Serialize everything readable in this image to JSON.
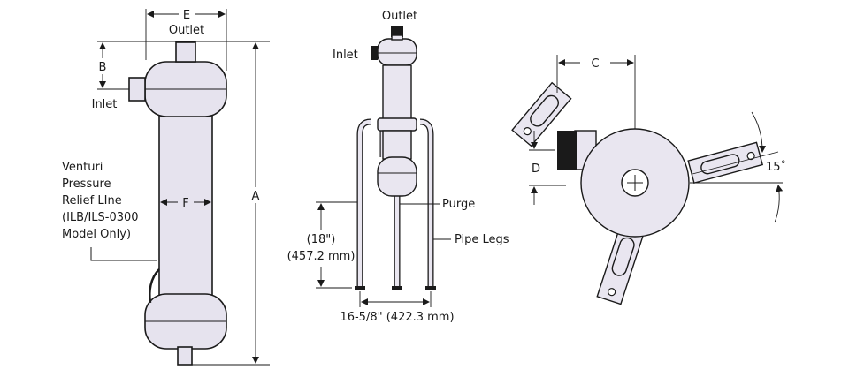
{
  "view1": {
    "dim_e": "E",
    "outlet": "Outlet",
    "dim_b": "B",
    "inlet": "Inlet",
    "relief_line": [
      "Venturi",
      "Pressure",
      "Relief LIne",
      "(ILB/ILS-0300",
      "Model Only)"
    ],
    "dim_f": "F",
    "dim_a": "A"
  },
  "view2": {
    "outlet": "Outlet",
    "inlet": "Inlet",
    "purge": "Purge",
    "pipe_legs": "Pipe Legs",
    "height_in": "(18\")",
    "height_mm": "(457.2 mm)",
    "width": "16-5/8\" (422.3 mm)"
  },
  "view3": {
    "dim_c": "C",
    "dim_d": "D",
    "angle": "15˚"
  },
  "colors": {
    "body_fill": "#e6e3ee",
    "line": "#1a1a1a"
  }
}
